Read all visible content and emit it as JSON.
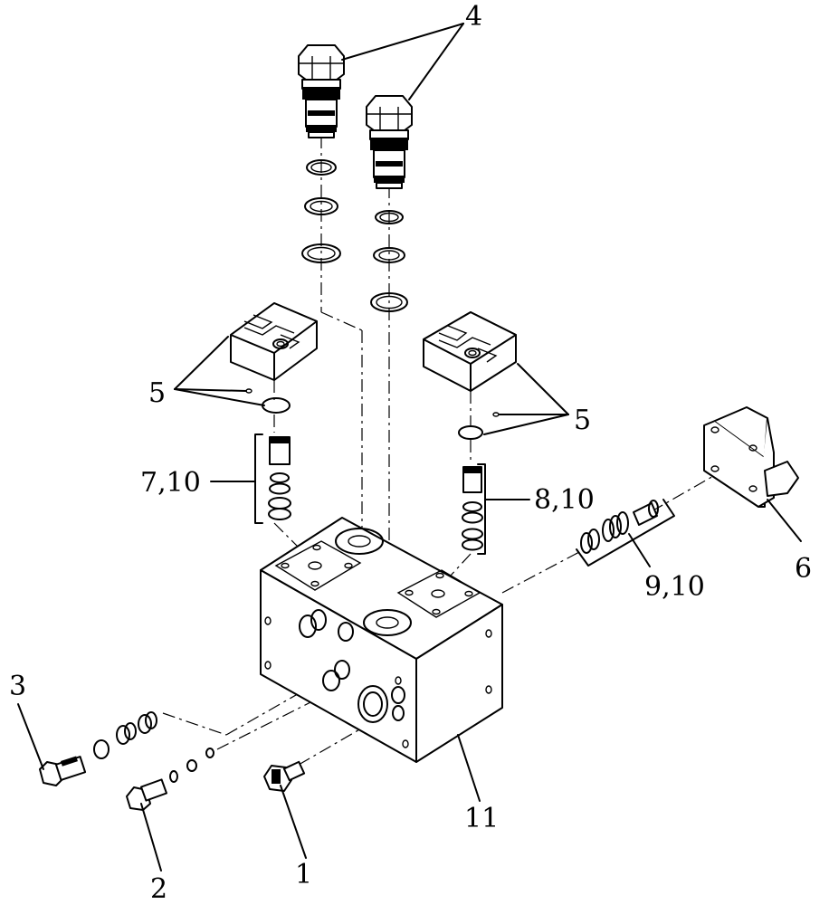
{
  "callouts": {
    "c1": "1",
    "c2": "2",
    "c3": "3",
    "c4": "4",
    "c5a": "5",
    "c5b": "5",
    "c6": "6",
    "c7": "7,10",
    "c8": "8,10",
    "c9": "9,10",
    "c11": "11"
  },
  "icons": {
    "cartridge_valve": "hex-plug-cartridge",
    "cover_plate": "cross-top-cover-block",
    "manifold": "hydraulic-manifold-block",
    "seal": "o-ring"
  }
}
